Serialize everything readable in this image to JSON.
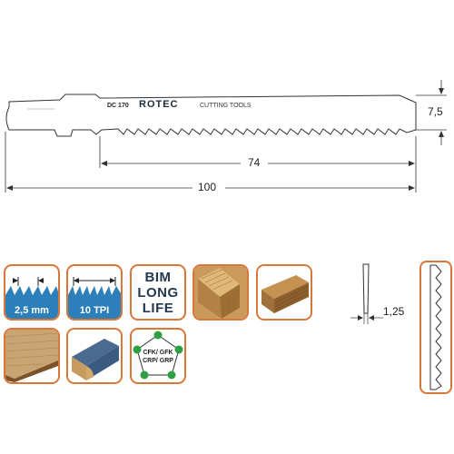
{
  "blade": {
    "model": "DC 170",
    "brand": "ROTEC",
    "brand_suffix": "CUTTING TOOLS",
    "dim_height": "7,5",
    "dim_tooth_length": "74",
    "dim_total_length": "100"
  },
  "tiles": {
    "tooth_pitch": "2,5 mm",
    "tpi": "10 TPI",
    "bim_line1": "BIM",
    "bim_line2": "LONG",
    "bim_line3": "LIFE",
    "composite_line1": "CFK/ GFK",
    "composite_line2": "CRP/ GRP"
  },
  "profile": {
    "thickness": "1,25"
  },
  "colors": {
    "tile_border": "#d9763a",
    "tile_blue": "#2c7fb8",
    "bim_text": "#23384f",
    "node_green": "#2ea043"
  }
}
